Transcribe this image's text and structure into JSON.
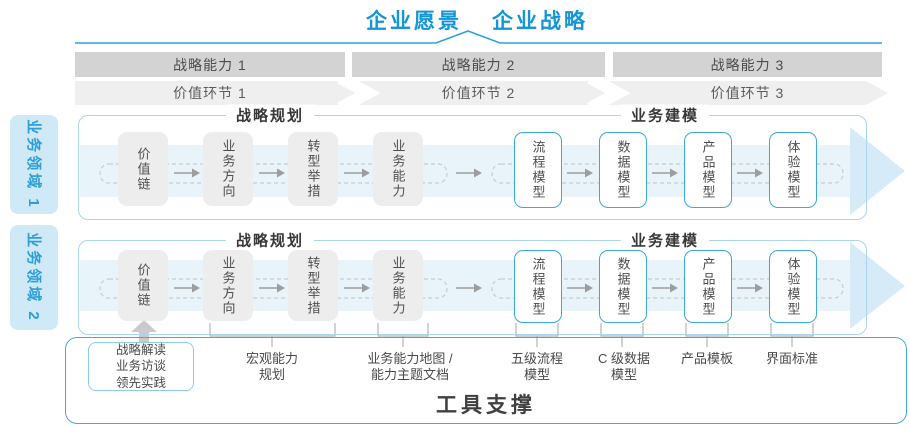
{
  "header": {
    "vision": "企业愿景",
    "strategy": "企业战略"
  },
  "capability_bars": [
    "战略能力 1",
    "战略能力 2",
    "战略能力 3"
  ],
  "value_links": [
    "价值环节 1",
    "价值环节 2",
    "价值环节 3"
  ],
  "domains": [
    "业务领域 1",
    "业务领域 2"
  ],
  "sections": {
    "planning": "战略规划",
    "modeling": "业务建模"
  },
  "boxes": {
    "gray": [
      "价值链",
      "业务方向",
      "转型举措",
      "业务能力"
    ],
    "blue": [
      "流程模型",
      "数据模型",
      "产品模型",
      "体验模型"
    ]
  },
  "footnotes": {
    "box_lines": [
      "战略解读",
      "业务访谈",
      "领先实践"
    ],
    "labels": [
      {
        "lines": [
          "宏观能力",
          "规划"
        ]
      },
      {
        "lines": [
          "业务能力地图 /",
          "能力主题文档"
        ]
      },
      {
        "lines": [
          "五级流程",
          "模型"
        ]
      },
      {
        "lines": [
          "C 级数据",
          "模型"
        ]
      },
      {
        "lines": [
          "产品模板"
        ]
      },
      {
        "lines": [
          "界面标准"
        ]
      }
    ]
  },
  "footer": {
    "title": "工具支撑"
  },
  "colors": {
    "accent_blue": "#1495d7",
    "domain_bg": "#cfe9f7",
    "row_border": "#a9d6ee",
    "blue_box_border": "#3ba7dd",
    "footer_border": "#41a9dd",
    "flow_band": "#e9f3fa",
    "flow_arrowhead": "#d7eaf7",
    "capability_bar_bg": "#d3d3d3",
    "value_link_bg": "#efefef",
    "gray_box_bg": "#ededed",
    "dashed_outline": "#cbcbcb",
    "small_arrow": "#9d9d9d",
    "brace": "#b3b3b3",
    "dark_text": "#4a4a4a"
  }
}
